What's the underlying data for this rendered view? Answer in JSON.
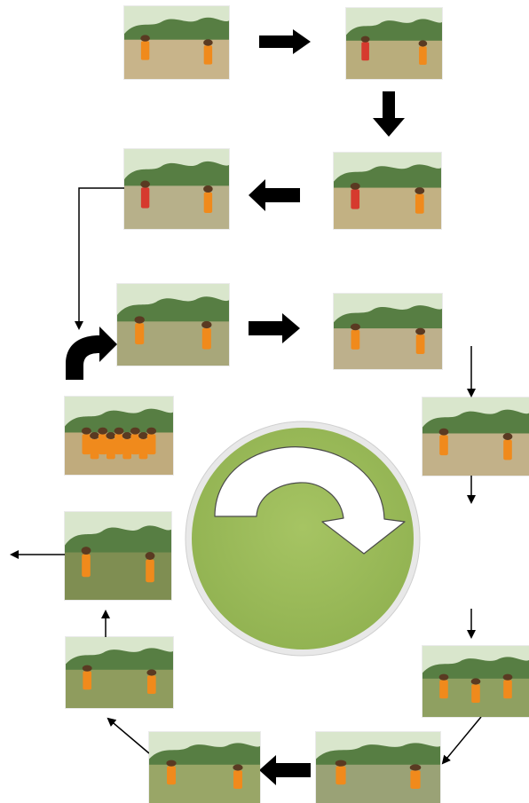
{
  "diagram": {
    "type": "circular-activity-flow",
    "photos": [
      {
        "id": "p1",
        "icon": "photo-measuring-height",
        "ground": "#c8b48a",
        "figures": 2
      },
      {
        "id": "p2",
        "icon": "photo-teacher-child",
        "ground": "#b9ad7c",
        "figures": 2
      },
      {
        "id": "p3",
        "icon": "photo-teacher-child",
        "ground": "#c2b183",
        "figures": 2
      },
      {
        "id": "p4",
        "icon": "photo-teacher-child",
        "ground": "#b7b08a",
        "figures": 2
      },
      {
        "id": "p5",
        "icon": "photo-balance-beam",
        "ground": "#a8a77a",
        "figures": 2
      },
      {
        "id": "p6",
        "icon": "photo-hopping",
        "ground": "#bdb08c",
        "figures": 2
      },
      {
        "id": "p7",
        "icon": "photo-circle-game",
        "ground": "#c2b189",
        "figures": 2
      },
      {
        "id": "p8",
        "icon": "photo-ball-field",
        "ground": "#8fa061",
        "figures": 3
      },
      {
        "id": "p9",
        "icon": "photo-stones",
        "ground": "#9aa276",
        "figures": 2
      },
      {
        "id": "p10",
        "icon": "photo-tunnel",
        "ground": "#99a667",
        "figures": 2
      },
      {
        "id": "p11",
        "icon": "photo-crawling-mats",
        "ground": "#8f9c5e",
        "figures": 2
      },
      {
        "id": "p12",
        "icon": "photo-climbing-fence",
        "ground": "#7f8e52",
        "figures": 2
      },
      {
        "id": "p13",
        "icon": "photo-group-line",
        "ground": "#c0ab7d",
        "figures": 9
      }
    ],
    "center": {
      "icon": "circular-arrow-icon",
      "fill": "#9bbb59",
      "ring": "#e6e6e6"
    },
    "colors": {
      "sky": "#d9e6cc",
      "trees": "#3f6b2a",
      "uniform": "#f08a1c",
      "teacher": "#d63a2e",
      "arrow": "#000000"
    }
  }
}
